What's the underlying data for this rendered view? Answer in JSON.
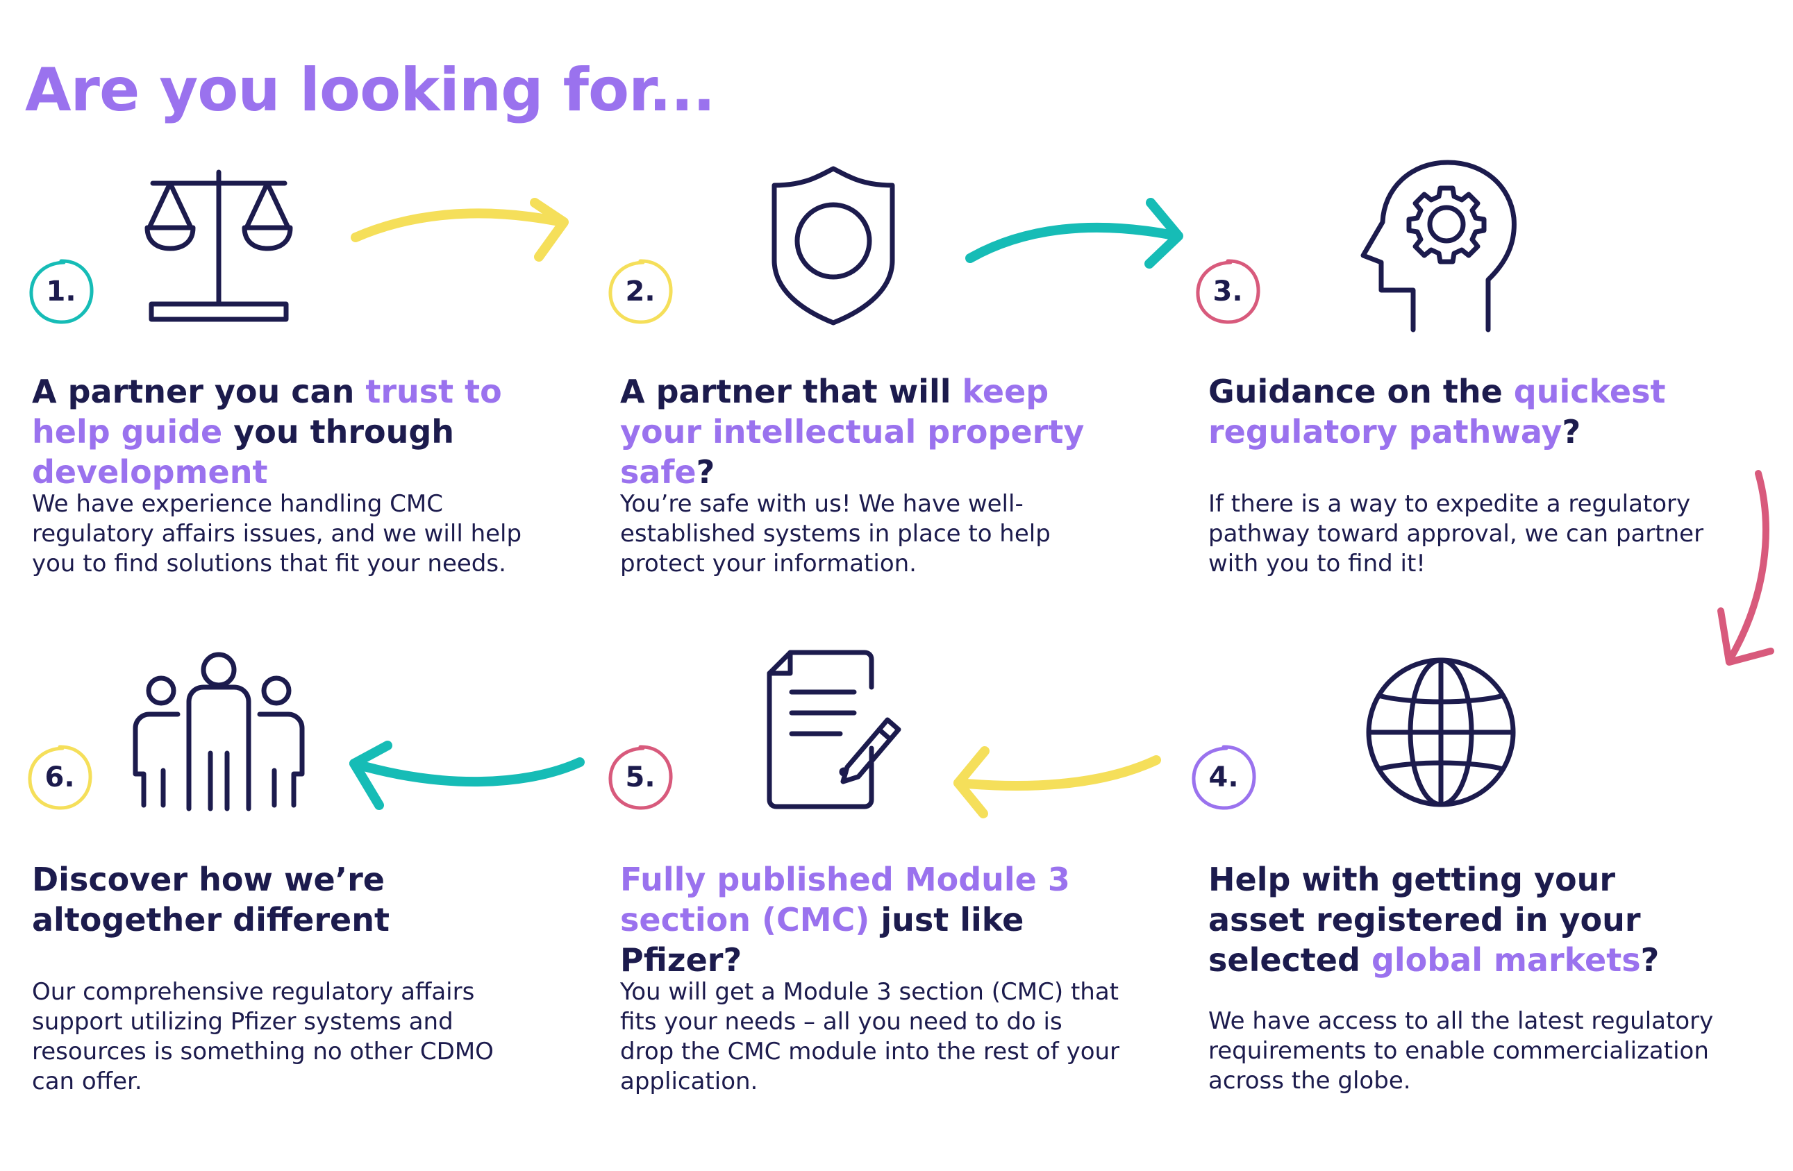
{
  "title": "Are you looking for...",
  "colors": {
    "accent": "#9a72ee",
    "navy": "#1c1b4d",
    "teal": "#16bcb6",
    "yellow": "#f5df5a",
    "pink": "#d85a7c"
  },
  "steps": [
    {
      "number": "1.",
      "icon": "scales-of-justice-icon",
      "ring_color": "#16bcb6",
      "heading": [
        {
          "text": "A partner you can ",
          "hl": false
        },
        {
          "text": "trust to help guide",
          "hl": true
        },
        {
          "text": " you through ",
          "hl": false
        },
        {
          "text": "development",
          "hl": true
        }
      ],
      "description": "We have experience handling CMC regulatory affairs issues, and we will help you to find solutions that fit your needs."
    },
    {
      "number": "2.",
      "icon": "shield-icon",
      "ring_color": "#f5df5a",
      "heading": [
        {
          "text": "A partner that will ",
          "hl": false
        },
        {
          "text": "keep your intellectual property safe",
          "hl": true
        },
        {
          "text": "?",
          "hl": false
        }
      ],
      "description": "You’re safe with us! We have well-established systems in place to help protect your information."
    },
    {
      "number": "3.",
      "icon": "head-gear-icon",
      "ring_color": "#d85a7c",
      "heading": [
        {
          "text": "Guidance on the ",
          "hl": false
        },
        {
          "text": "quickest regulatory pathway",
          "hl": true
        },
        {
          "text": "?",
          "hl": false
        }
      ],
      "description": "If there is a way to expedite a regulatory pathway toward approval, we can partner with you to find it!"
    },
    {
      "number": "4.",
      "icon": "globe-icon",
      "ring_color": "#9a72ee",
      "heading": [
        {
          "text": "Help with getting your asset registered in your selected ",
          "hl": false
        },
        {
          "text": "global markets",
          "hl": true
        },
        {
          "text": "?",
          "hl": false
        }
      ],
      "description": "We have access to all the latest regulatory requirements to enable commercialization across the globe."
    },
    {
      "number": "5.",
      "icon": "document-sign-icon",
      "ring_color": "#d85a7c",
      "heading": [
        {
          "text": "Fully published Module 3 section (CMC)",
          "hl": true
        },
        {
          "text": " just like Pfizer?",
          "hl": false
        }
      ],
      "description": "You will get a Module 3 section (CMC) that fits your needs – all you need to do is drop the CMC module into the rest of your application."
    },
    {
      "number": "6.",
      "icon": "people-group-icon",
      "ring_color": "#f5df5a",
      "heading": [
        {
          "text": "Discover how we’re altogether different",
          "hl": false
        }
      ],
      "description": "Our comprehensive regulatory affairs support utilizing Pfizer systems and resources is something no other CDMO can offer."
    }
  ]
}
